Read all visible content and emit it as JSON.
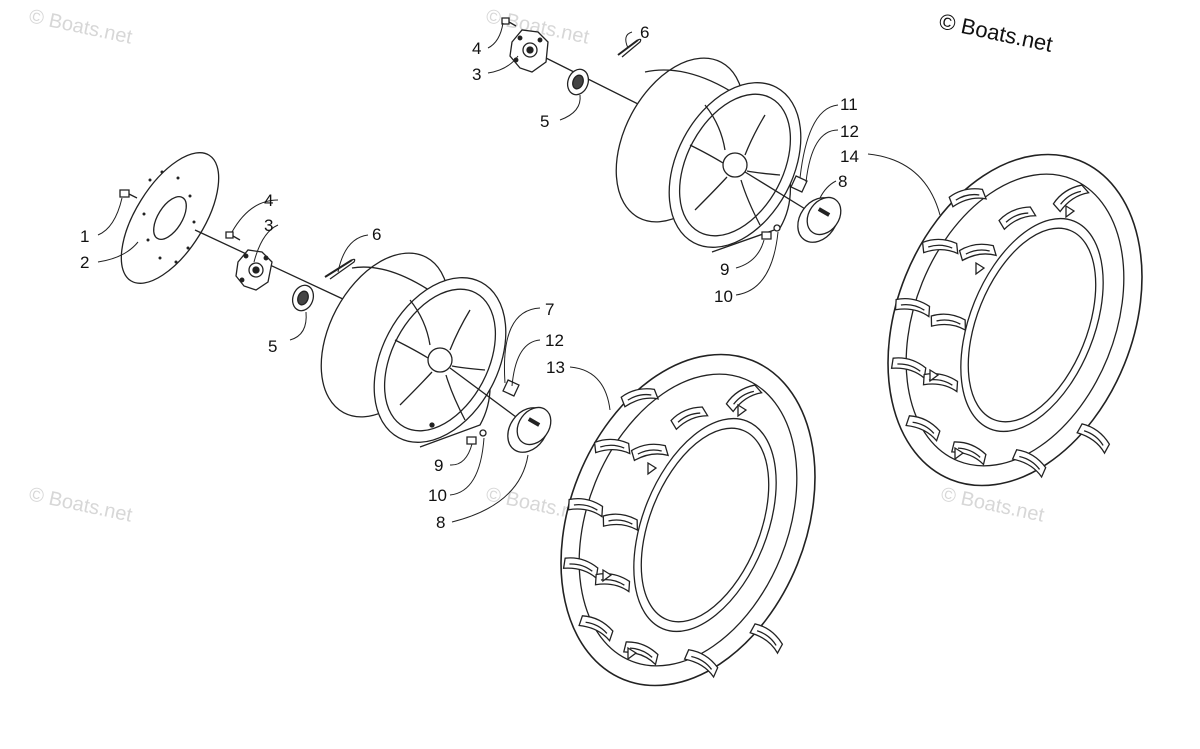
{
  "copyright": "© Boats.net",
  "watermark": "© Boats.net",
  "callouts": {
    "n1": "1",
    "n2": "2",
    "n3": "3",
    "n4": "4",
    "n5": "5",
    "n6": "6",
    "n7": "7",
    "n8": "8",
    "n9": "9",
    "n10": "10",
    "n11": "11",
    "n12": "12",
    "n13": "13",
    "n14": "14"
  }
}
